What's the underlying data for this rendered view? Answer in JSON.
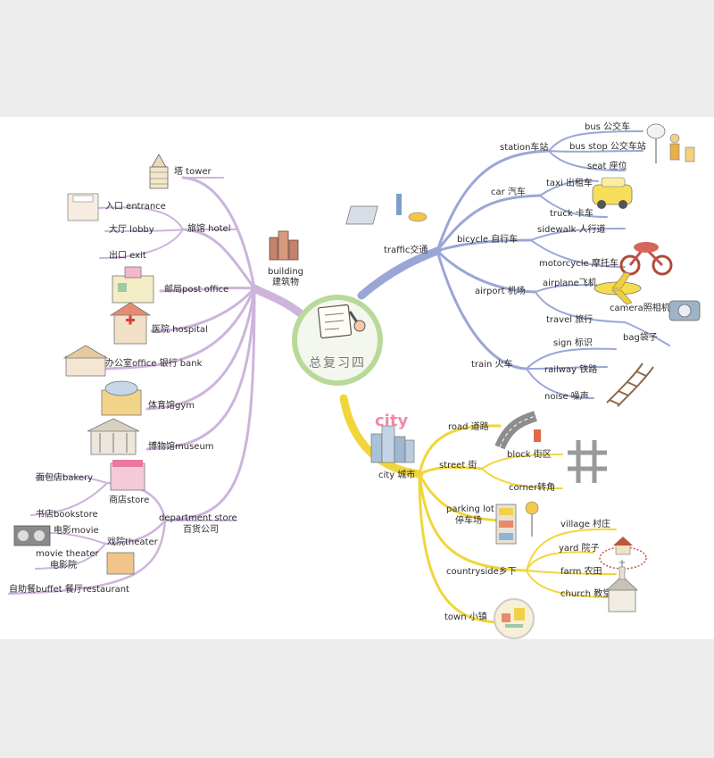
{
  "center": {
    "title": "总复习四"
  },
  "building": {
    "label_en": "building",
    "label_zh": "建筑物",
    "tower": "塔 tower",
    "entrance": "入口 entrance",
    "lobby": "大厅 lobby",
    "hotel": "旅馆 hotel",
    "exit": "出口 exit",
    "post_office": "邮局post office",
    "hospital": "医院 hospital",
    "office_bank": "办公室office   银行 bank",
    "gym": "体育馆gym",
    "museum": "博物馆museum",
    "bakery": "面包店bakery",
    "store": "商店store",
    "bookstore": "书店bookstore",
    "department_store_en": "department store",
    "department_store_zh": "百货公司",
    "movie": "电影movie",
    "theater": "戏院theater",
    "movie_theater_en": "movie theater",
    "movie_theater_zh": "电影院",
    "buffet_restaurant": "自助餐buffet  餐厅restaurant"
  },
  "traffic": {
    "label": "traffic交通",
    "station": "station车站",
    "bus": "bus 公交车",
    "bus_stop": "bus stop 公交车站",
    "seat": "seat 座位",
    "car": "car 汽车",
    "taxi": "taxi 出租车",
    "truck": "truck 卡车",
    "bicycle": "bicycle 自行车",
    "sidewalk": "sidewalk 人行道",
    "motorcycle": "motorcycle 摩托车",
    "airport": "airport 机场",
    "airplane": "airplane飞机",
    "camera": "camera照相机",
    "travel": "travel 旅行",
    "bag": "bag袋子",
    "train": "train 火车",
    "sign": "sign 标识",
    "railway": "railway 铁路",
    "noise": "noise 噪声"
  },
  "city": {
    "label": "city 城市",
    "sign_text": "city",
    "road": "road 道路",
    "street": "street 街",
    "block": "block 街区",
    "corner": "corner转角",
    "parking_lot_en": "parking lot",
    "parking_lot_zh": "停车场",
    "countryside": "countryside乡下",
    "village": "village 村庄",
    "yard": "yard 院子",
    "farm": "farm 农田",
    "church": "church 教堂",
    "town": "town 小镇"
  },
  "colors": {
    "building_branch": "#cdb4dc",
    "traffic_branch": "#9aa6d6",
    "city_branch": "#f0d63a",
    "center_ring": "#b8d99a",
    "center_fill": "#f4f7ee"
  }
}
